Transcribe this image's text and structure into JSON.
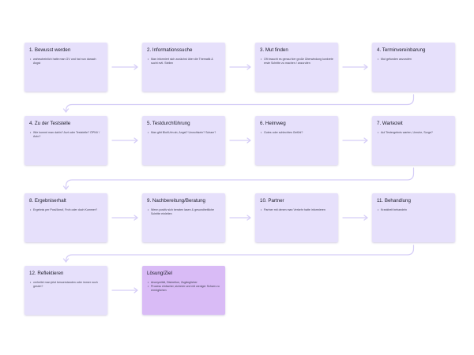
{
  "steps": [
    {
      "title": "1. Bewusst werden",
      "bullets": [
        "wahrscheinlich hatte man GV und hat nun danach Angst"
      ]
    },
    {
      "title": "2. Informationssuche",
      "bullets": [
        "Man informiert sich zunächst über die Thematik & sucht evtl. Stellen"
      ]
    },
    {
      "title": "3. Mut finden",
      "bullets": [
        "Oft braucht es genau hier große Überwindung konkrete erste Schritte zu machen / anzurufen"
      ]
    },
    {
      "title": "4. Terminvereinbarung",
      "bullets": [
        "Mut gefunden anzurufen"
      ]
    },
    {
      "title": "4. Zu der Teststelle",
      "bullets": [
        "Wie kommt man dahin? Arzt oder Teststelle? ÖPNV / Auto?"
      ]
    },
    {
      "title": "5. Testdurchführung",
      "bullets": [
        "Man gibt Blut/Urin ab, Angst? Unwohlsein? Scham?"
      ]
    },
    {
      "title": "6. Heimweg",
      "bullets": [
        "Gutes oder schlechtes Gefühl?"
      ]
    },
    {
      "title": "7. Wartezeit",
      "bullets": [
        "Auf Testergebnis warten, Unruhe, Sorge?"
      ]
    },
    {
      "title": "8. Ergebniserhalt",
      "bullets": [
        "Ergebnis per Post/Anruf, Froh oder doch Kummer?"
      ]
    },
    {
      "title": "9. Nachbereitung/Beratung",
      "bullets": [
        "Wenn positiv sich beraten lasen & gesundheitliche Schritte einleiten"
      ]
    },
    {
      "title": "10. Partner",
      "bullets": [
        "Partner mit denen man Verkehr hatte informieren"
      ]
    },
    {
      "title": "11. Behandlung",
      "bullets": [
        "Krankheit behandeln"
      ]
    },
    {
      "title": "12. Reflektieren",
      "bullets": [
        "verheilet man jetzt besserstanden oder immer noch gesich?"
      ]
    }
  ],
  "goal": {
    "title": "Lösung/Ziel",
    "bullets": [
      "Anonymität, Diskretion, Zugänglicher",
      "Prozess einfacher, sicherer und mit weniger Scham zu ermöglichen"
    ]
  },
  "colors": {
    "card": "#e6e0fb",
    "goal_card": "#d9bbf6",
    "connector": "#d5cdf7"
  }
}
